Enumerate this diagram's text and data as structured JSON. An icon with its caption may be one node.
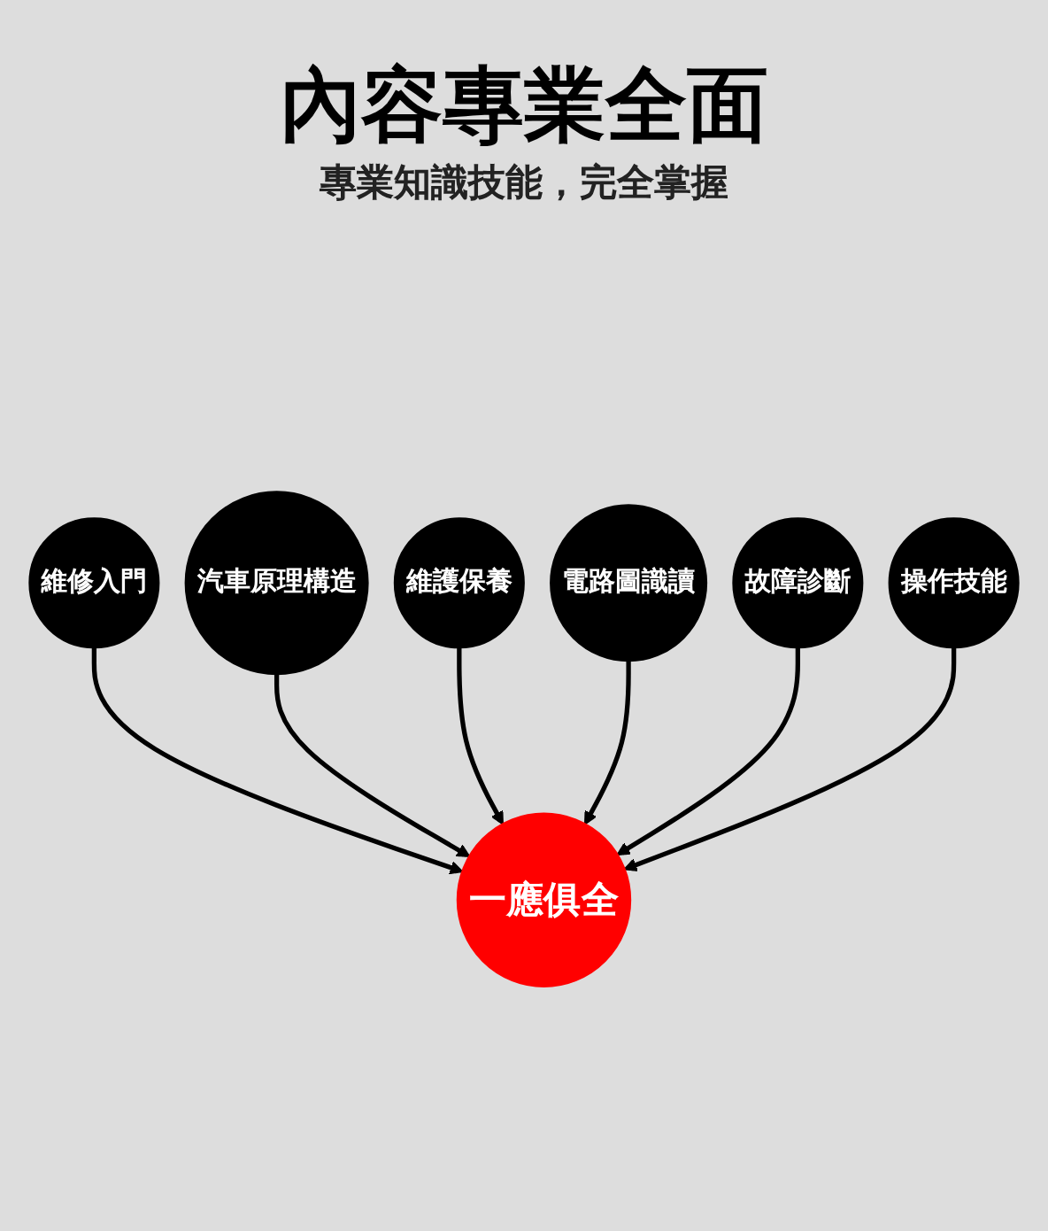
{
  "diagram": {
    "title": "內容專業全面",
    "nodes": [
      {
        "text": [
          "維修入門"
        ]
      },
      {
        "text": [
          "汽車原理構造"
        ]
      },
      {
        "text": [
          "維護保養"
        ]
      },
      {
        "text": [
          "一應俱全"
        ]
      },
      {
        "text": [
          "電路圖識讀"
        ]
      },
      {
        "text": [
          "故障診斷"
        ]
      },
      {
        "text": [
          "操作技能"
        ]
      }
    ],
    "edges": [
      {
        "from": 0,
        "to": 3,
        "arrow": "to"
      },
      {
        "from": 1,
        "to": 3,
        "arrow": "to"
      },
      {
        "from": 2,
        "to": 3,
        "arrow": "to"
      },
      {
        "from": 4,
        "to": 3,
        "arrow": "to"
      },
      {
        "from": 5,
        "to": 3,
        "arrow": "to"
      },
      {
        "from": 6,
        "to": 3,
        "arrow": "to"
      }
    ],
    "labels": [
      "專業知識技能，完全掌握"
    ]
  }
}
